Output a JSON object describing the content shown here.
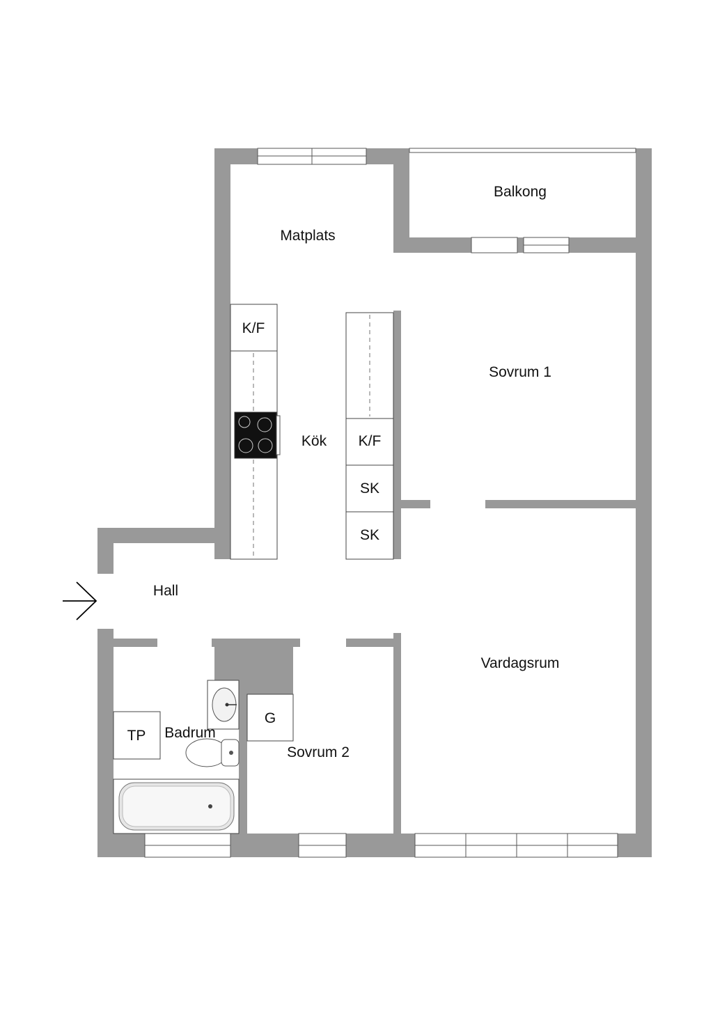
{
  "rooms": {
    "balkong": "Balkong",
    "matplats": "Matplats",
    "sovrum1": "Sovrum 1",
    "kok": "Kök",
    "hall": "Hall",
    "vardagsrum": "Vardagsrum",
    "badrum": "Badrum",
    "sovrum2": "Sovrum 2"
  },
  "fixtures": {
    "kf_left": "K/F",
    "kf_right": "K/F",
    "sk_top": "SK",
    "sk_bottom": "SK",
    "tp": "TP",
    "g": "G"
  },
  "colors": {
    "wall": "#999999",
    "background": "#ffffff",
    "stove": "#111111"
  },
  "icons": [
    "entrance-arrow-icon",
    "stove-icon",
    "sink-icon",
    "toilet-icon",
    "bathtub-icon"
  ]
}
